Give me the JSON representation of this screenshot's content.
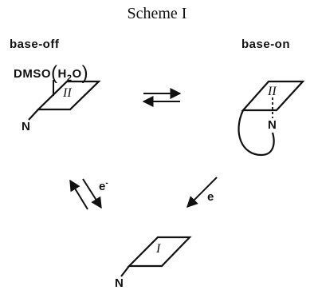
{
  "scheme": {
    "title": "Scheme I",
    "left_label": "base-off",
    "right_label": "base-on",
    "solvent_main": "DMSO",
    "solvent_paren": "H",
    "solvent_sub": "2",
    "solvent_tail": "O",
    "oxidation_upper": "II",
    "oxidation_lower": "I",
    "ligand": "N",
    "electron_left": "e",
    "electron_left_sup": "-",
    "electron_right": "e"
  }
}
